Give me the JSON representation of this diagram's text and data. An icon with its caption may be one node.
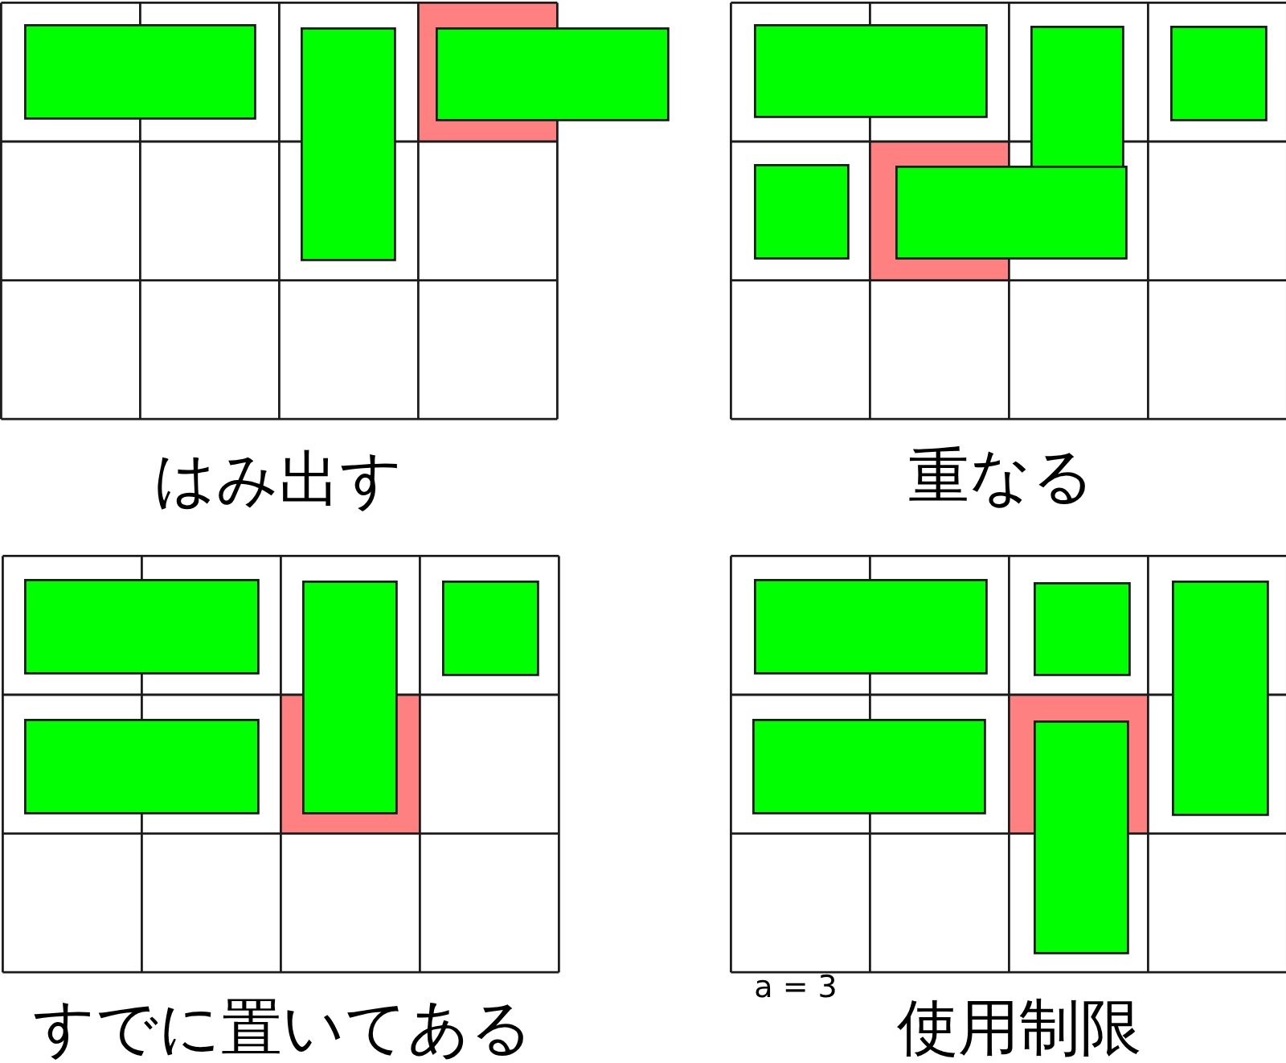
{
  "diagram": {
    "labels": [
      "はみ出す",
      "重なる",
      "すでに置いてある",
      "a = 3",
      "使用制限"
    ]
  }
}
